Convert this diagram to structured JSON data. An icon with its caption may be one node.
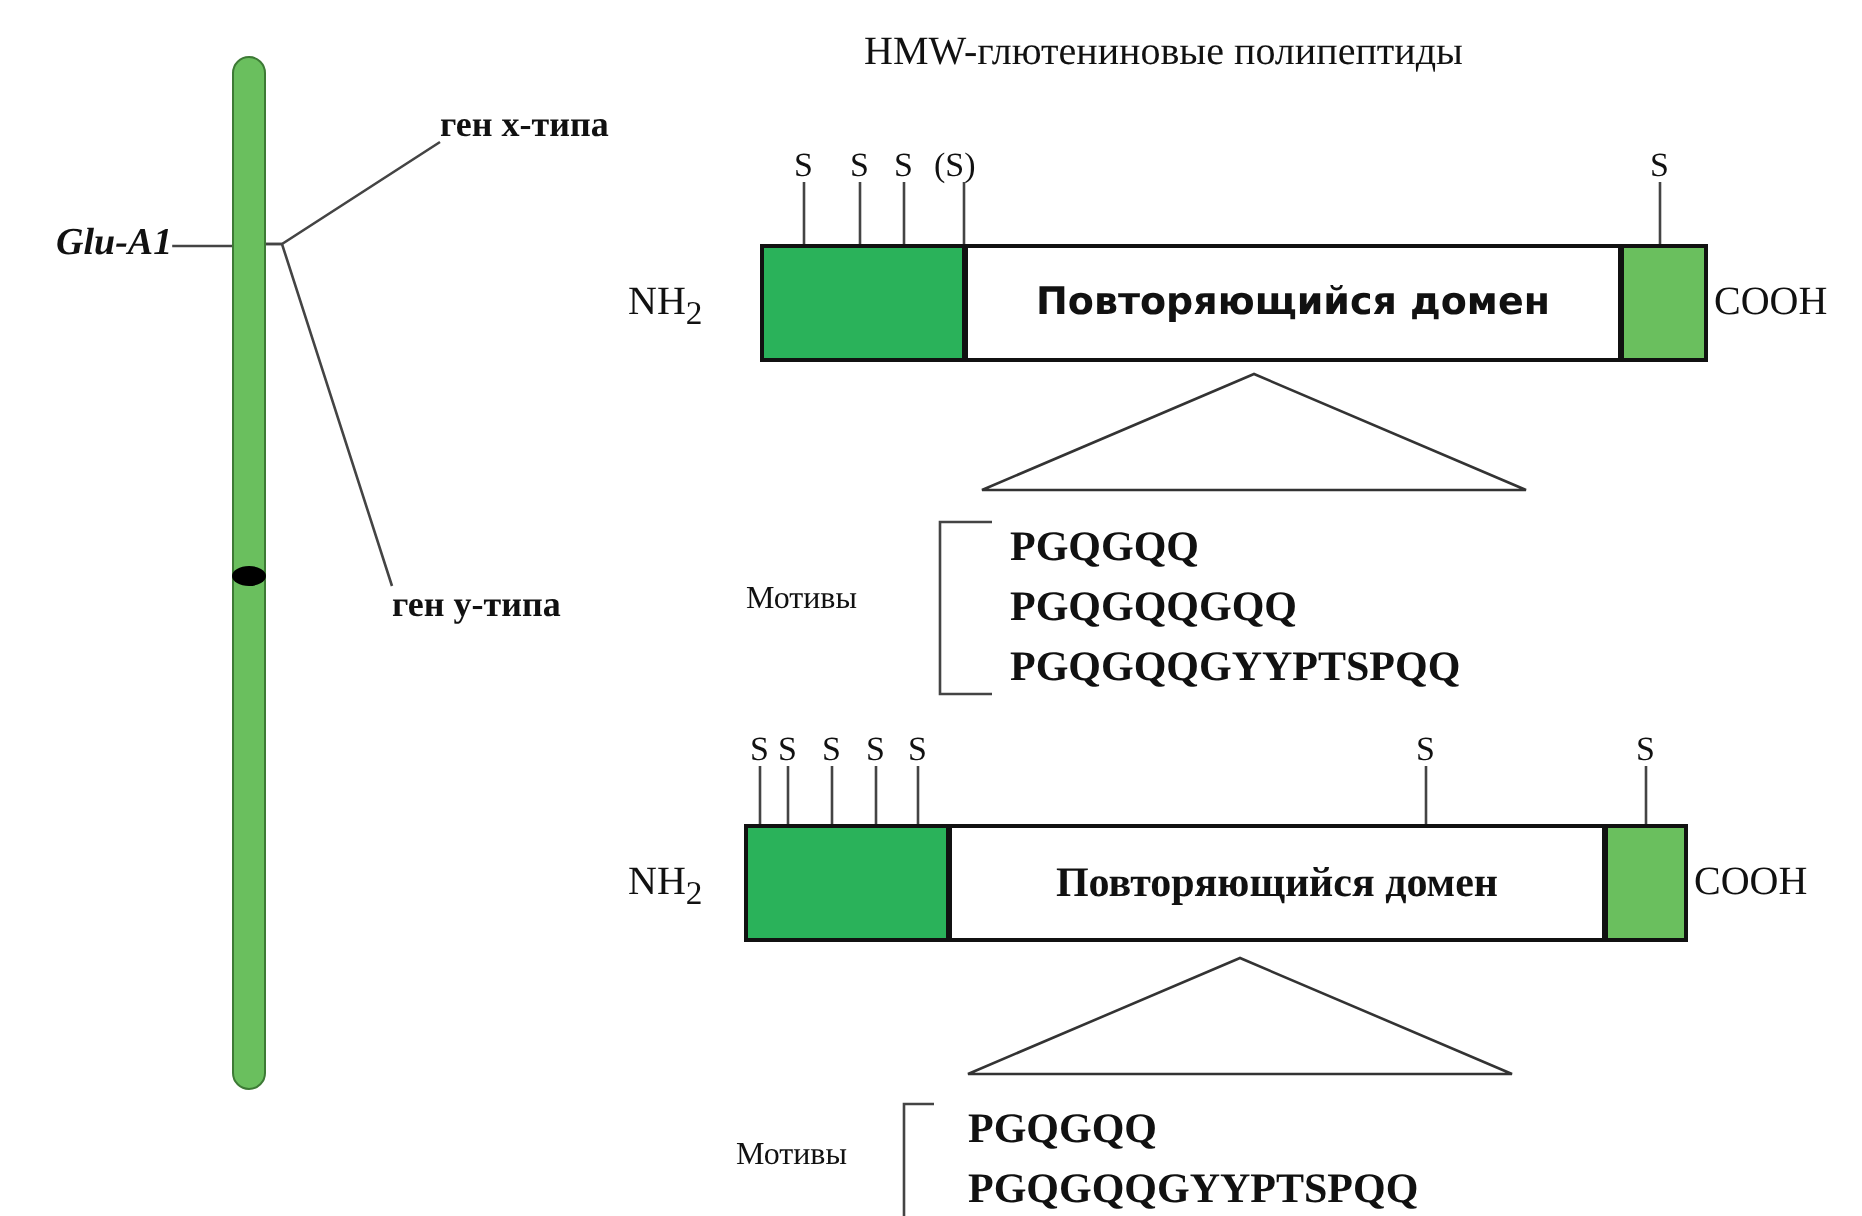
{
  "diagram": {
    "title": "HMW-глютениновые полипептиды",
    "nodes": [
      {
        "text": [],
        "shape": "bar"
      },
      {
        "text": [
          "Glu-A1"
        ]
      },
      {
        "text": [
          "ген x-типа"
        ]
      },
      {
        "text": [
          "ген y-типа"
        ]
      },
      {
        "text": [
          "S"
        ]
      },
      {
        "text": [
          "S"
        ]
      },
      {
        "text": [
          "S"
        ]
      },
      {
        "text": [
          "(S)"
        ]
      },
      {
        "text": [
          "S"
        ]
      },
      {
        "text": [],
        "shape": "box",
        "beside": [
          "NH$_{2}$"
        ]
      },
      {
        "text": [
          "Повторяющийся домен"
        ]
      },
      {
        "text": [],
        "shape": "box",
        "beside": [
          "COOH"
        ]
      },
      {
        "text": [],
        "shape": "triangle"
      },
      {
        "text": [
          "S"
        ]
      },
      {
        "text": [
          "S"
        ]
      },
      {
        "text": [
          "S"
        ]
      },
      {
        "text": [
          "S"
        ]
      },
      {
        "text": [
          "S"
        ]
      },
      {
        "text": [
          "S"
        ]
      },
      {
        "text": [
          "S"
        ]
      },
      {
        "text": [],
        "shape": "box",
        "beside": [
          "NH$_{2}$"
        ]
      },
      {
        "text": [
          "Повторяющийся домен"
        ]
      },
      {
        "text": [],
        "shape": "box",
        "beside": [
          "COOH"
        ]
      },
      {
        "text": [],
        "shape": "triangle"
      }
    ],
    "edges": [
      {
        "from": 1,
        "to": 0,
        "arrow": "none"
      },
      {
        "from": 2,
        "to": 0,
        "arrow": "none"
      },
      {
        "from": 3,
        "to": 0,
        "arrow": "none"
      },
      {
        "from": 4,
        "to": 9,
        "arrow": "none"
      },
      {
        "from": 5,
        "to": 9,
        "arrow": "none"
      },
      {
        "from": 6,
        "to": 9,
        "arrow": "none"
      },
      {
        "from": 7,
        "to": 9,
        "arrow": "none"
      },
      {
        "from": 8,
        "to": 11,
        "arrow": "none"
      },
      {
        "from": 13,
        "to": 20,
        "arrow": "none"
      },
      {
        "from": 14,
        "to": 20,
        "arrow": "none"
      },
      {
        "from": 15,
        "to": 20,
        "arrow": "none"
      },
      {
        "from": 16,
        "to": 20,
        "arrow": "none"
      },
      {
        "from": 17,
        "to": 20,
        "arrow": "none"
      },
      {
        "from": 18,
        "to": 21,
        "arrow": "none"
      },
      {
        "from": 19,
        "to": 22,
        "arrow": "none"
      }
    ],
    "labels": [
      "Мотивы",
      "PGQGQQ",
      "PGQGQQGQQ",
      "PGQGQQGYYPTSPQQ",
      "Мотивы",
      "PGQGQQ",
      "PGQGQQGYYPTSPQQ"
    ]
  }
}
